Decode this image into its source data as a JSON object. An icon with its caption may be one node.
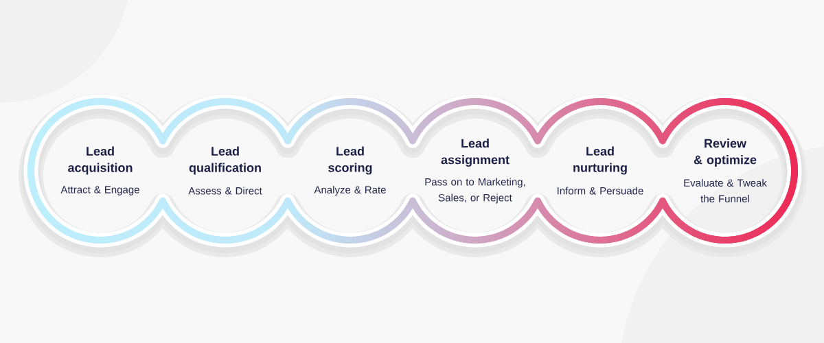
{
  "diagram": {
    "nodes": [
      {
        "text": [
          "Lead acquisition",
          "Attract & Engage"
        ]
      },
      {
        "text": [
          "Lead qualification",
          "Assess & Direct"
        ]
      },
      {
        "text": [
          "Lead scoring",
          "Analyze & Rate"
        ]
      },
      {
        "text": [
          "Lead assignment",
          "Pass on to Marketing, Sales, or Reject"
        ]
      },
      {
        "text": [
          "Lead nurturing",
          "Inform & Persuade"
        ]
      },
      {
        "text": [
          "Review & optimize",
          "Evaluate & Tweak the Funnel"
        ]
      }
    ]
  }
}
